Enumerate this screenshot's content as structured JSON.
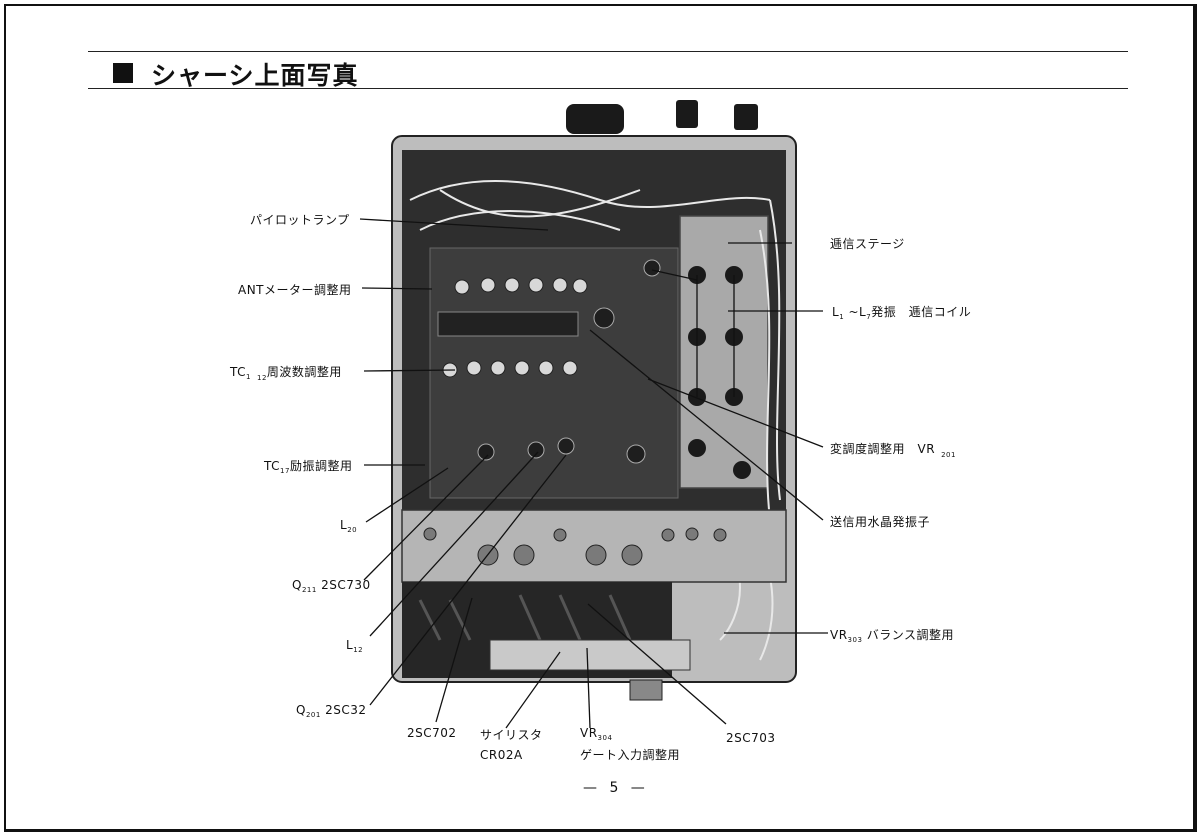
{
  "header": {
    "title": "シャーシ上面写真"
  },
  "labels": {
    "pilot_lamp": "パイロットランプ",
    "ant_meter": "ANTメーター調整用",
    "tc_main": "TC",
    "tc_sub1": "1",
    "tc_sub2": "12",
    "tc_rest": "周波数調整用",
    "tc17_main": "TC",
    "tc17_sub": "17",
    "tc17_rest": "励振調整用",
    "l20_main": "L",
    "l20_sub": "20",
    "q211_main": "Q",
    "q211_sub": "211",
    "q211_rest": "2SC730",
    "l12_main": "L",
    "l12_sub": "12",
    "q201_main": "Q",
    "q201_sub": "201",
    "q201_rest": "2SC32",
    "tx_stage": "逓信ステージ",
    "coil_l1": "L",
    "coil_sub1": "1",
    "coil_mid": "~L",
    "coil_sub7": "7",
    "coil_rest": "発振　逓信コイル",
    "mod_main": "変調度調整用　VR",
    "mod_sub": "201",
    "crystal": "送信用水晶発振子",
    "vr303_main": "VR",
    "vr303_sub": "303",
    "vr303_rest": "バランス調整用",
    "t2sc702": "2SC702",
    "thyristor_1": "サイリスタ",
    "thyristor_2": "CR02A",
    "vr304_main": "VR",
    "vr304_sub": "304",
    "vr304_rest": "ゲート入力調整用",
    "t2sc703": "2SC703"
  },
  "footer": {
    "page_number": "— 5 —"
  },
  "colors": {
    "ink": "#111111",
    "photo_dark": "#2a2a2a",
    "photo_board": "#3d3d3d",
    "photo_metal": "#b8b8b8",
    "wire": "#e8e8e8"
  }
}
